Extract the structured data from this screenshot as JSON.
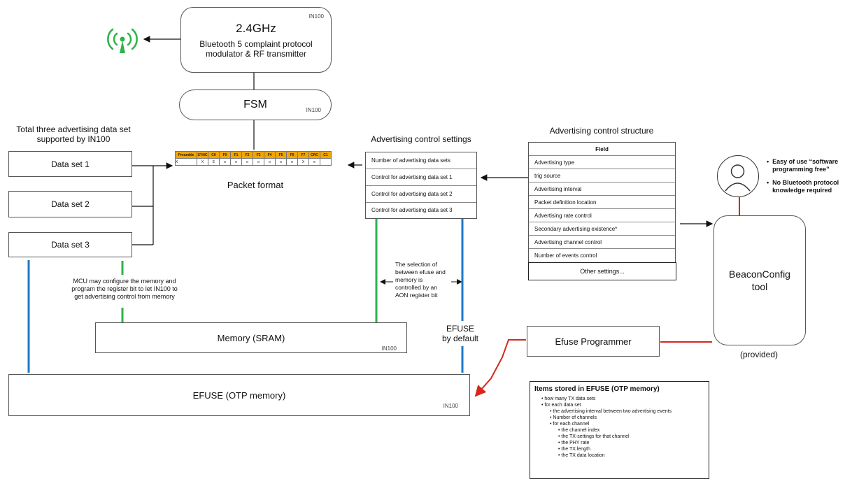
{
  "rf_block": {
    "title": "2.4GHz",
    "line1": "Bluetooth 5 complaint protocol",
    "line2": "modulator & RF transmitter",
    "tag": "IN100"
  },
  "fsm": {
    "title": "FSM",
    "tag": "IN100"
  },
  "datasets": {
    "caption": [
      "Total three advertising data set",
      "supported by IN100"
    ],
    "items": [
      "Data set 1",
      "Data set 2",
      "Data set 3"
    ]
  },
  "packet": {
    "caption": "Packet format",
    "header": [
      "Preamble",
      "SYNC",
      "C0",
      "F0",
      "F1",
      "F2",
      "F3",
      "F4",
      "F5",
      "F6",
      "F7",
      "CRC",
      "C1"
    ],
    "values": [
      "X",
      "X",
      "E",
      "o",
      "o",
      "o",
      "o",
      "o",
      "o",
      "o",
      "X",
      "e"
    ]
  },
  "control_settings": {
    "caption": "Advertising control settings",
    "rows": [
      "Number of advertising data sets",
      "Control for advertising data set 1",
      "Control for advertising data set 2",
      "Control for advertising data set 3"
    ]
  },
  "control_structure": {
    "caption": "Advertising control structure",
    "header": "Field",
    "rows": [
      "Advertising type",
      "trig source",
      "Advertising interval",
      "Packet definition location",
      "Advertising rate control",
      "Secondary advertising existence*",
      "Advertising channel control",
      "Number of events control"
    ],
    "footer": "Other settings..."
  },
  "notes": {
    "bullet1": "Easy of use “software programming free”",
    "bullet2": "No Bluetooth protocol knowledge required"
  },
  "beacon": {
    "label1": "BeaconConfig",
    "label2": "tool",
    "provided": "(provided)"
  },
  "mcu_note": [
    "MCU may configure the memory and",
    "program the register bit to let IN100 to",
    "get advertising control from memory"
  ],
  "selection_note": [
    "The selection of",
    "between efuse and",
    "memory is",
    "controlled by an",
    "AON register bit"
  ],
  "memory": {
    "label": "Memory (SRAM)",
    "tag": "IN100"
  },
  "efuse_default": [
    "EFUSE",
    "by default"
  ],
  "efuse_prog": {
    "label": "Efuse Programmer"
  },
  "efuse": {
    "label": "EFUSE (OTP memory)",
    "tag": "IN100"
  },
  "efuse_items": {
    "title": "Items stored in EFUSE (OTP memory)",
    "l1a": "how many TX data sets",
    "l1b": "for each data set",
    "l2a": "the advertising interval between two advertising events",
    "l2b": "Number of channels",
    "l2c": "for each channel",
    "l3": [
      "the channel index",
      "the TX-settings for that channel",
      "the PHY rate",
      "the TX length",
      "the TX data location"
    ]
  },
  "colors": {
    "green": "#2db34a",
    "blue": "#1f78c8",
    "red": "#d9261c",
    "orange": "#f0a500"
  }
}
